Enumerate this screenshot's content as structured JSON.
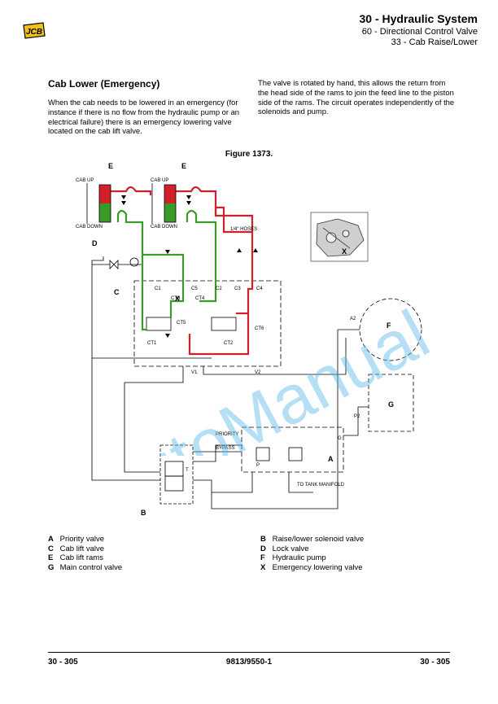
{
  "header": {
    "title": "30 - Hydraulic System",
    "subtitle1": "60 - Directional Control Valve",
    "subtitle2": "33 - Cab Raise/Lower",
    "logo_text": "JCB"
  },
  "section": {
    "title": "Cab Lower (Emergency)",
    "paragraph_left": "When the cab needs to be lowered in an emergency (for instance if there is no flow from the hydraulic pump or an electrical failure) there is an emergency lowering valve located on the cab lift valve.",
    "paragraph_right": "The valve is rotated by hand, this allows the return from the head side of the rams to join the feed line to the piston side of the rams. The circuit operates independently of the solenoids and pump."
  },
  "figure": {
    "caption": "Figure 1373.",
    "labels": {
      "A": "A",
      "B": "B",
      "C": "C",
      "D": "D",
      "E1": "E",
      "E2": "E",
      "F": "F",
      "G": "G",
      "X": "X",
      "X2": "X",
      "C1": "C1",
      "C2": "C2",
      "C3": "C3",
      "C4": "C4",
      "C5": "C5",
      "CT1": "CT1",
      "CT2": "CT2",
      "CT3": "CT3",
      "CT4": "CT4",
      "CT5": "CT5",
      "CT6": "CT6",
      "V1": "V1",
      "V2": "V2",
      "cab_up_1": "CAB UP",
      "cab_down_1": "CAB DOWN",
      "cab_up_2": "CAB UP",
      "cab_down_2": "CAB DOWN",
      "hoses": "1/4\" HOSES",
      "priority": "PRIORITY",
      "bypass": "BYPASS",
      "tank": "TO TANK MANIFOLD",
      "p2": "P2",
      "a2": "A2",
      "g": "G",
      "p": "P",
      "t": "T"
    }
  },
  "legend": {
    "left": [
      {
        "key": "A",
        "text": "Priority valve"
      },
      {
        "key": "C",
        "text": "Cab lift valve"
      },
      {
        "key": "E",
        "text": "Cab lift rams"
      },
      {
        "key": "G",
        "text": "Main control valve"
      }
    ],
    "right": [
      {
        "key": "B",
        "text": "Raise/lower solenoid valve"
      },
      {
        "key": "D",
        "text": "Lock valve"
      },
      {
        "key": "F",
        "text": "Hydraulic pump"
      },
      {
        "key": "X",
        "text": "Emergency lowering valve"
      }
    ]
  },
  "footer": {
    "left": "30 - 305",
    "center": "9813/9550-1",
    "right": "30 - 305"
  },
  "watermark": "AutoManual",
  "colors": {
    "pressure_line": "#d0202a",
    "return_line": "#3a9a2a",
    "watermark": "#5cb8e6"
  }
}
